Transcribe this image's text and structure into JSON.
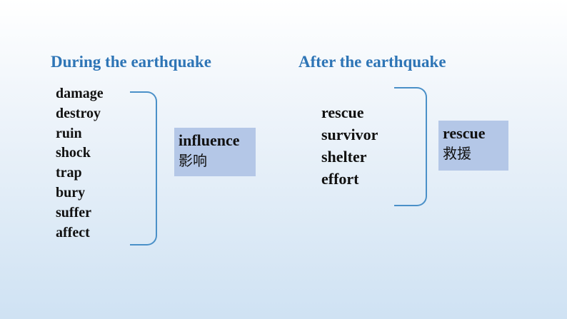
{
  "during": {
    "heading": "During the earthquake",
    "words": [
      "damage",
      "destroy",
      "ruin",
      "shock",
      "trap",
      "bury",
      "suffer",
      "affect"
    ],
    "vocab_word": "influence",
    "vocab_cn": "影响"
  },
  "after": {
    "heading": "After the earthquake",
    "words": [
      "rescue",
      "survivor",
      "shelter",
      "effort"
    ],
    "vocab_word": "rescue",
    "vocab_cn": "救援"
  },
  "colors": {
    "heading": "#2e75b6",
    "bracket": "#4a90c8",
    "box": "#b4c7e7"
  }
}
